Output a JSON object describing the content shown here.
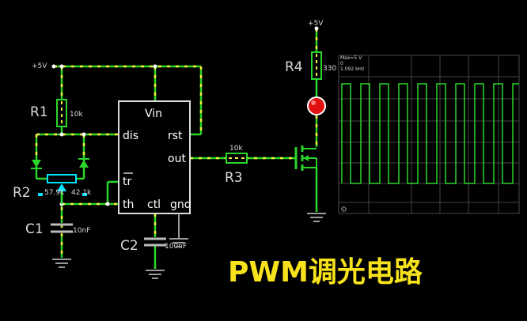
{
  "title": "PWM调光电路",
  "supply": {
    "top_label": "+5V",
    "left_label": "+5V"
  },
  "ic": {
    "pins": {
      "vin": "Vin",
      "dis": "dis",
      "rst": "rst",
      "out": "out",
      "tr": "tr",
      "th": "th",
      "ctl": "ctl",
      "gnd": "gnd"
    }
  },
  "components": {
    "r1": {
      "name": "R1",
      "value": "10k"
    },
    "r2": {
      "name": "R2",
      "value_left": "57.9k",
      "value_right": "42.1k"
    },
    "r3": {
      "name": "R3",
      "value": "10k"
    },
    "r4": {
      "name": "R4",
      "value": "330"
    },
    "c1": {
      "name": "C1",
      "value": "10nF"
    },
    "c2": {
      "name": "C2",
      "value": "100nF"
    }
  },
  "scope": {
    "max_label": "Max=5 V",
    "zero_label": "0",
    "freq_label": "1.092 kHz"
  },
  "colors": {
    "wire": "#2bd62b",
    "current": "#f2ef40",
    "title": "#f7e21c",
    "led": "#e01010",
    "pot": "#00e5ff",
    "ground": "#9a9a9a"
  }
}
